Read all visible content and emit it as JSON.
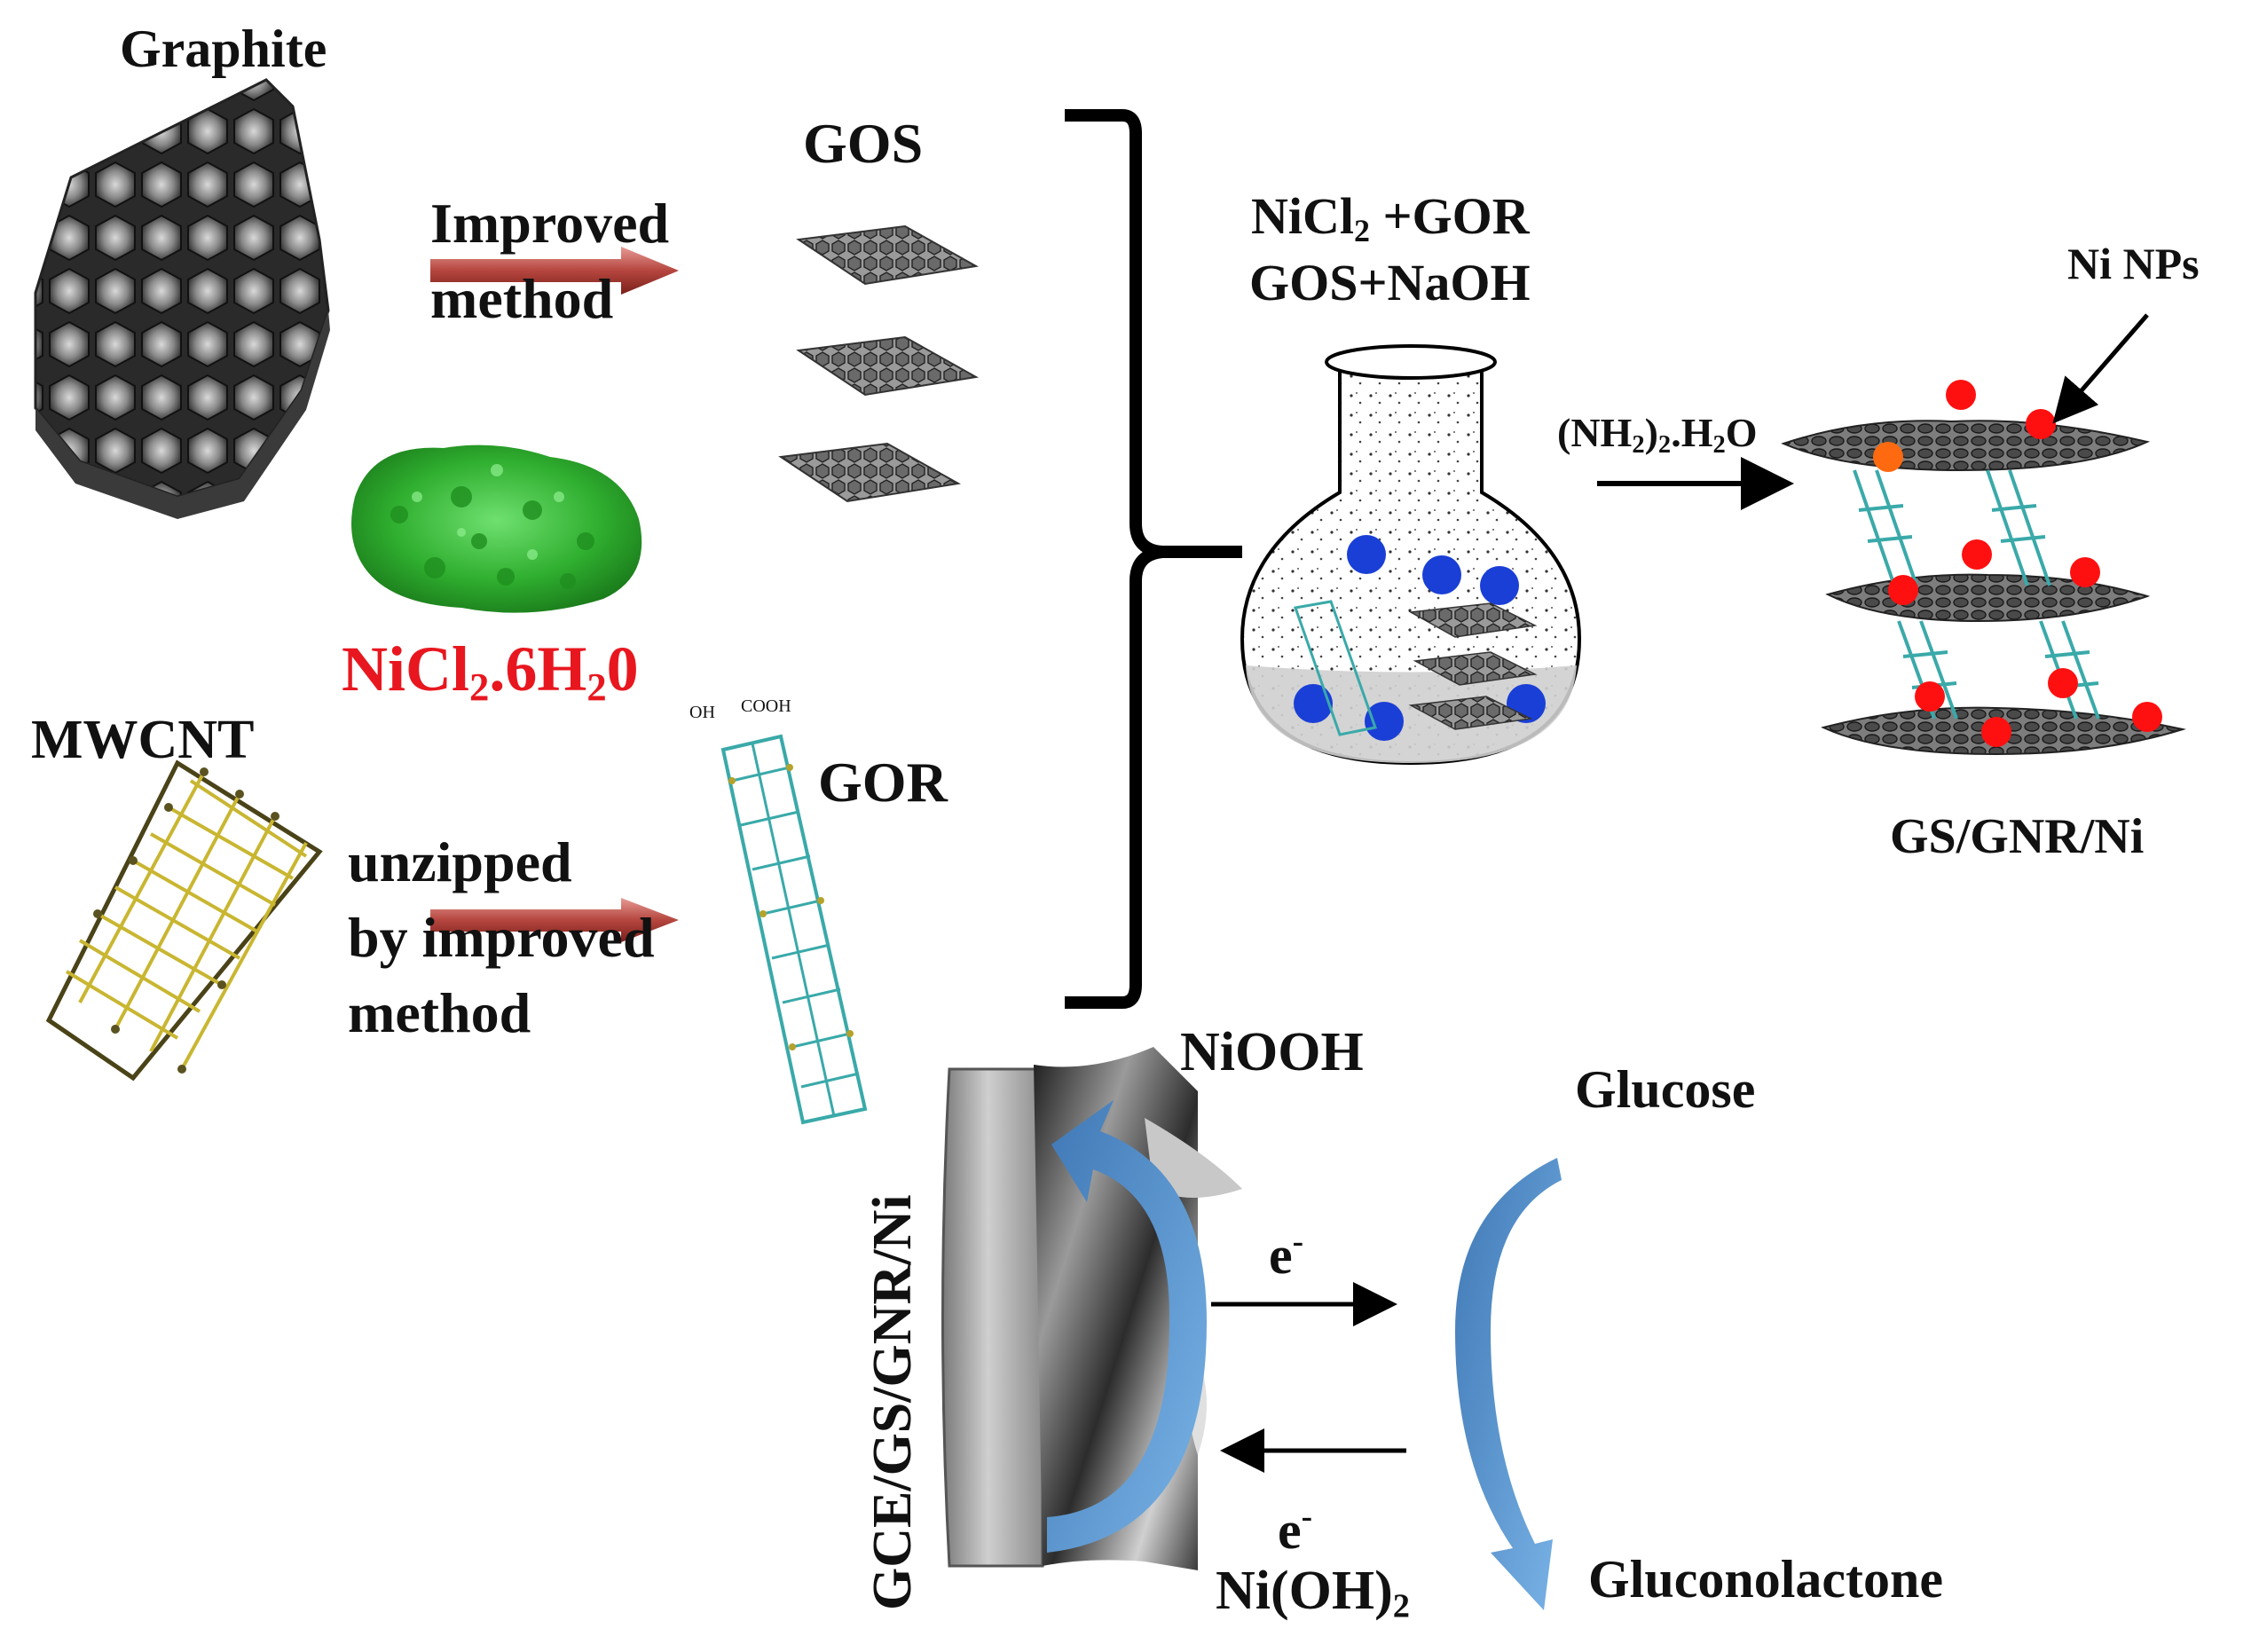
{
  "labels": {
    "graphite": "Graphite",
    "improved": "Improved",
    "method": "method",
    "gos": "GOS",
    "nicl2_6h2o": {
      "a": "NiCl",
      "s1": "2",
      "b": ".6H",
      "s2": "2",
      "c": "0"
    },
    "mwcnt": "MWCNT",
    "unzipped": "unzipped",
    "by_improved": "by improved",
    "method2": "method",
    "gor": "GOR",
    "oh": "OH",
    "cooh": "COOH",
    "flask_top": {
      "a": "NiCl",
      "s1": "2",
      "b": " +GOR"
    },
    "flask_bottom": "GOS+NaOH",
    "hydrazine": {
      "a": "(NH",
      "s1": "2",
      "b": ")",
      "s2": "2",
      "c": ".H",
      "s3": "2",
      "d": "O"
    },
    "ni_nps": "Ni NPs",
    "product": "GS/GNR/Ni",
    "electrode": "GCE/GS/GNR/Ni",
    "niooh": "NiOOH",
    "e_top": {
      "a": "e",
      "sup": "-"
    },
    "e_bottom": {
      "a": "e",
      "sup": "-"
    },
    "nioh2": {
      "a": "Ni(OH)",
      "s1": "2"
    },
    "glucose": "Glucose",
    "gluconolactone": "Gluconolactone"
  },
  "colors": {
    "red_text": "#e8171f",
    "nickel_dot": "#ff1010",
    "blue_dot": "#1a3fd6",
    "arrow_red": "#b5463f",
    "arrow_blue": "#5b9bd5",
    "ribbon_cyan": "#3aa9a9",
    "tube_yellow": "#c9b631",
    "green_salt": "#2fae2f"
  }
}
